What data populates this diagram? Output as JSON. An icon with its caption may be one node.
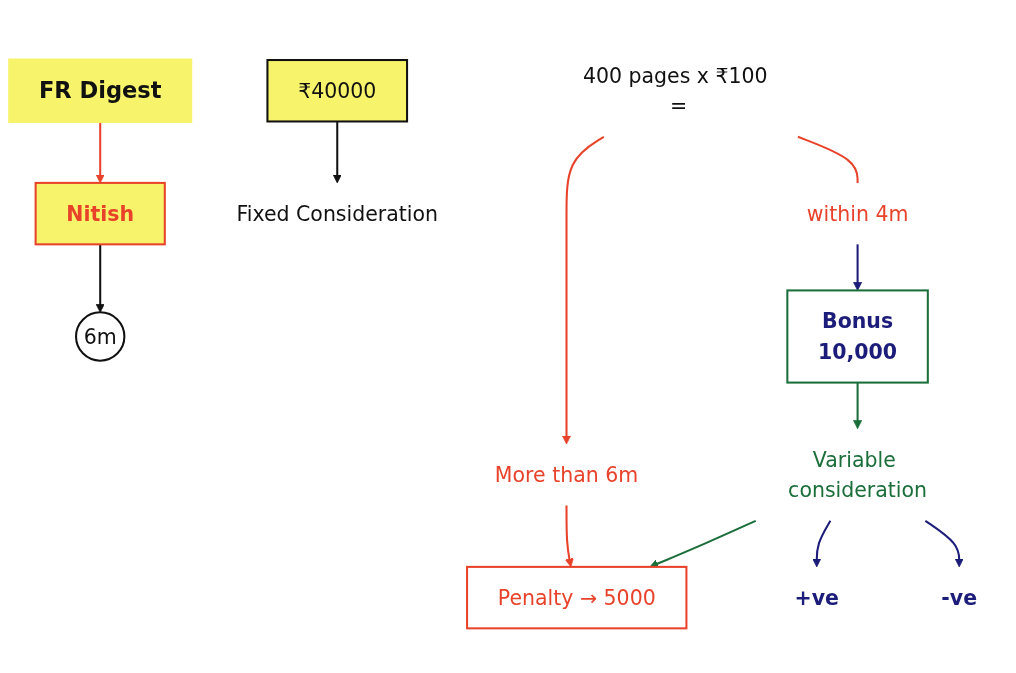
{
  "diagram": {
    "nodes": [
      {
        "text": [
          "FR Digest"
        ]
      },
      {
        "text": [
          "Nitish"
        ]
      },
      {
        "text": [
          "6m"
        ]
      },
      {
        "text": [
          "400 pages x ₹100 ="
        ]
      },
      {
        "text": [
          "₹40000"
        ]
      },
      {
        "text": [
          "Fixed Consideration"
        ]
      },
      {
        "text": [
          "within 4m"
        ]
      },
      {
        "text": [
          "More than 6m"
        ]
      },
      {
        "text": [
          "Bonus",
          "10,000"
        ]
      },
      {
        "text": [
          "Penalty → 5000"
        ]
      },
      {
        "text": [
          "Variable consideration"
        ]
      },
      {
        "text": [
          "+ve"
        ]
      },
      {
        "text": [
          "-ve"
        ]
      }
    ],
    "edges": [
      {
        "from": 0,
        "to": 1,
        "arrow": "to"
      },
      {
        "from": 1,
        "to": 2,
        "arrow": "to",
        "color": "#111111"
      },
      {
        "from": 4,
        "to": 5,
        "arrow": "to",
        "color": "#111111"
      },
      {
        "from": 3,
        "to": 6,
        "arrow": "none"
      },
      {
        "from": 3,
        "to": 7,
        "arrow": "to"
      },
      {
        "from": 6,
        "to": 8,
        "arrow": "to",
        "color": "#1c1c7a"
      },
      {
        "from": 7,
        "to": 9,
        "arrow": "to"
      },
      {
        "from": 8,
        "to": 10,
        "arrow": "to",
        "color": "#1a6e3a"
      },
      {
        "from": 10,
        "to": 9,
        "arrow": "to",
        "color": "#1a6e3a"
      },
      {
        "from": 10,
        "to": 11,
        "arrow": "to",
        "color": "#1c1c7a"
      },
      {
        "from": 10,
        "to": 12,
        "arrow": "to",
        "color": "#1c1c7a"
      }
    ]
  }
}
